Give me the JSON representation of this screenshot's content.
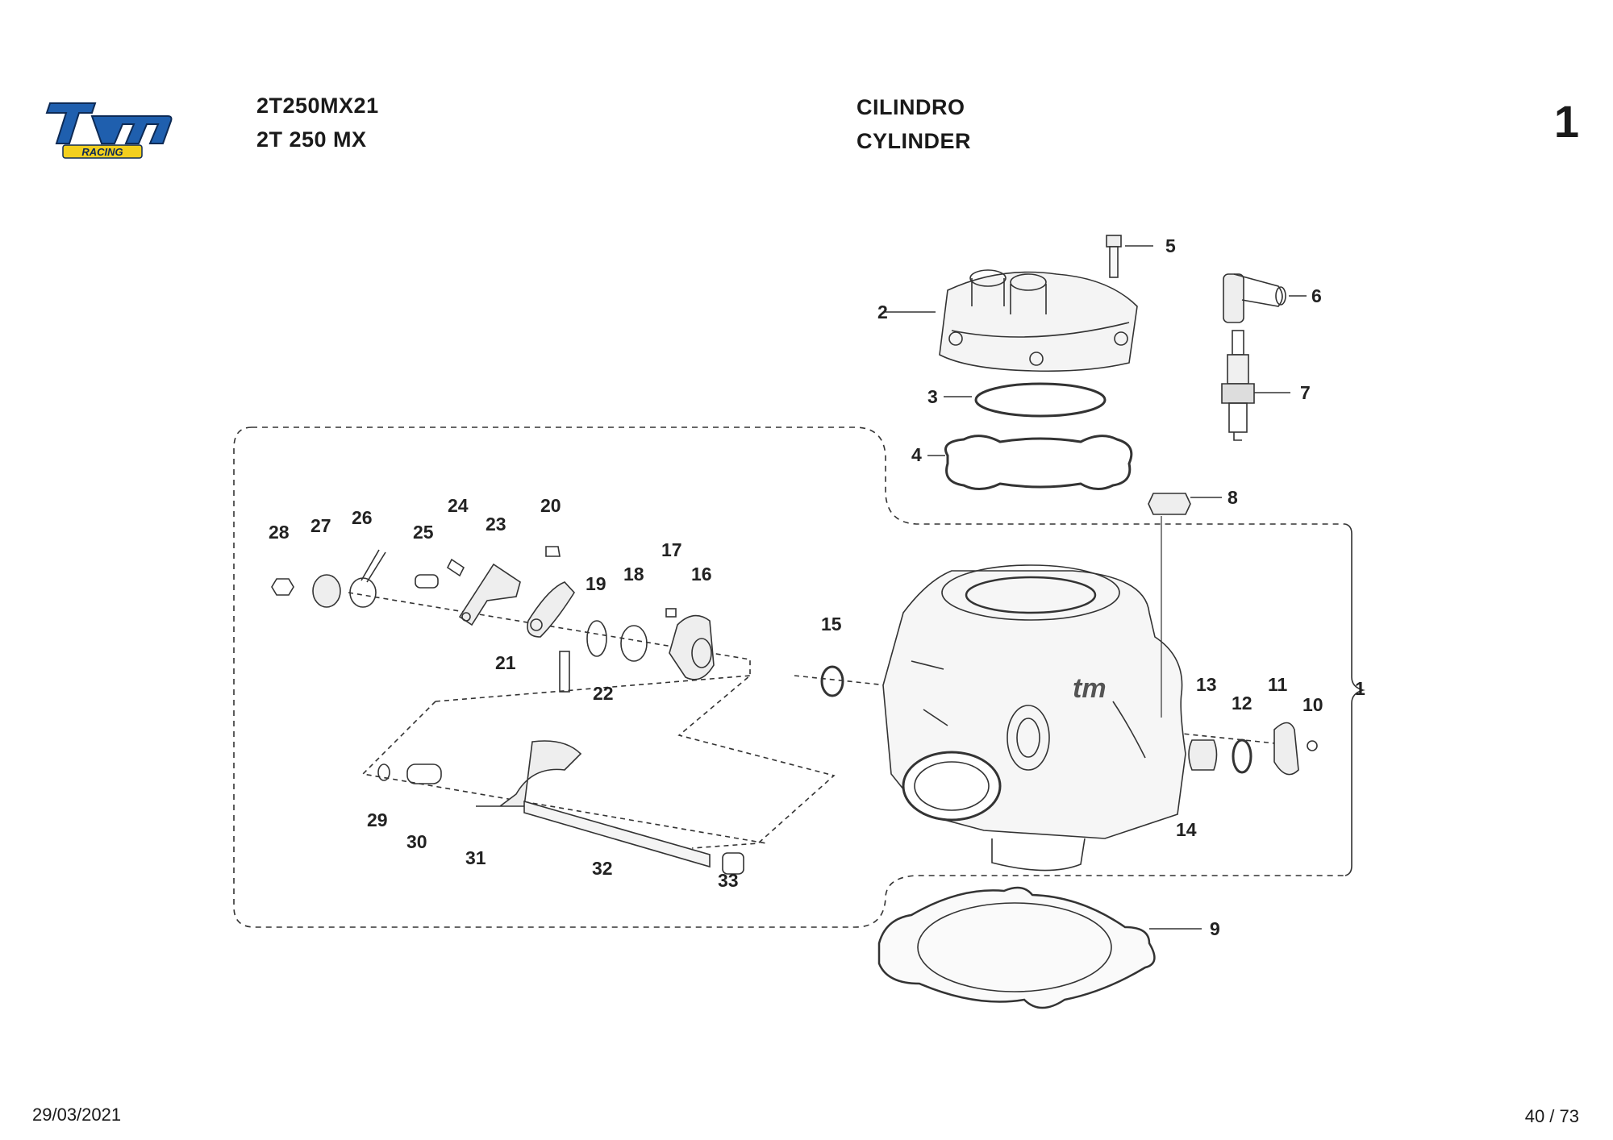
{
  "header": {
    "model_code": "2T250MX21",
    "model_name": "2T 250 MX",
    "title_it": "CILINDRO",
    "title_en": "CYLINDER",
    "page_number": "1"
  },
  "brand": {
    "logo_text": "tm",
    "logo_subtext": "RACING",
    "primary_color": "#1f5fae",
    "accent_color": "#f2cf1e"
  },
  "footer": {
    "date": "29/03/2021",
    "pagination": "40 / 73"
  },
  "parts": [
    {
      "label": "1"
    },
    {
      "label": "2"
    },
    {
      "label": "3"
    },
    {
      "label": "4"
    },
    {
      "label": "5"
    },
    {
      "label": "6"
    },
    {
      "label": "7"
    },
    {
      "label": "8"
    },
    {
      "label": "9"
    },
    {
      "label": "10"
    },
    {
      "label": "11"
    },
    {
      "label": "12"
    },
    {
      "label": "13"
    },
    {
      "label": "14"
    },
    {
      "label": "15"
    },
    {
      "label": "16"
    },
    {
      "label": "17"
    },
    {
      "label": "18"
    },
    {
      "label": "19"
    },
    {
      "label": "20"
    },
    {
      "label": "21"
    },
    {
      "label": "22"
    },
    {
      "label": "23"
    },
    {
      "label": "24"
    },
    {
      "label": "25"
    },
    {
      "label": "26"
    },
    {
      "label": "27"
    },
    {
      "label": "28"
    },
    {
      "label": "29"
    },
    {
      "label": "30"
    },
    {
      "label": "31"
    },
    {
      "label": "32"
    },
    {
      "label": "33"
    }
  ]
}
